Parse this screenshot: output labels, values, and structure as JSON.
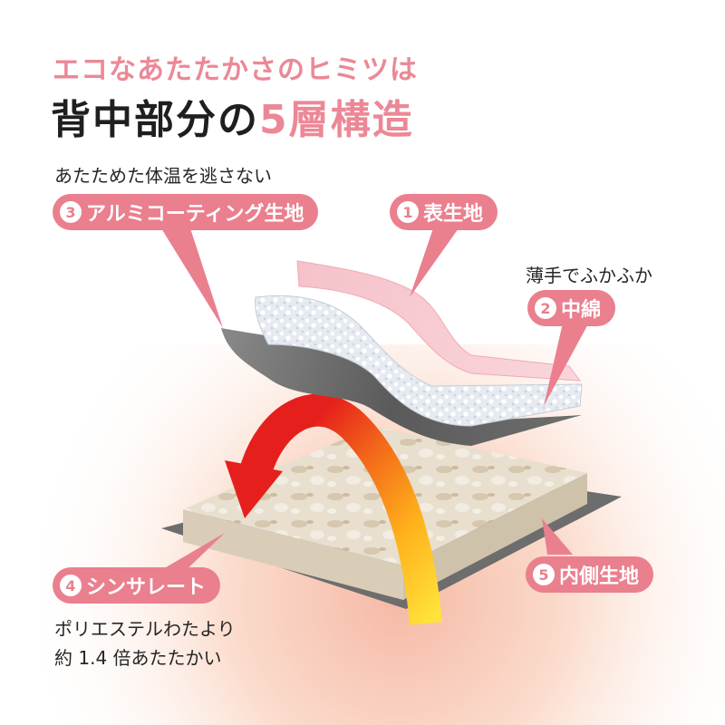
{
  "heading": {
    "subtitle": "エコなあたたかさのヒミツは",
    "title_main": "背中部分の",
    "title_accent": "5層構造"
  },
  "layers": [
    {
      "number": "1",
      "label": "表生地",
      "note": ""
    },
    {
      "number": "2",
      "label": "中綿",
      "note": "薄手でふかふか"
    },
    {
      "number": "3",
      "label": "アルミコーティング生地",
      "note": "あたためた体温を逃さない"
    },
    {
      "number": "4",
      "label": "シンサレート",
      "note_line1": "ポリエステルわたより",
      "note_line2": "約 1.4 倍あたたかい"
    },
    {
      "number": "5",
      "label": "内側生地",
      "note": ""
    }
  ],
  "colors": {
    "accent_pink": "#ea7f8e",
    "subtitle_pink": "#ec8896",
    "outer_fabric": "#f7c9cf",
    "aluminum": "#6f6f6f",
    "padding": "#dde3ea",
    "thinsulate": "#e4d9c6",
    "inner_fabric": "#6e6e6e",
    "warm_glow": "#fbd9c8",
    "heat_arrow_start": "#ffd21a",
    "heat_arrow_end": "#e8201c"
  }
}
